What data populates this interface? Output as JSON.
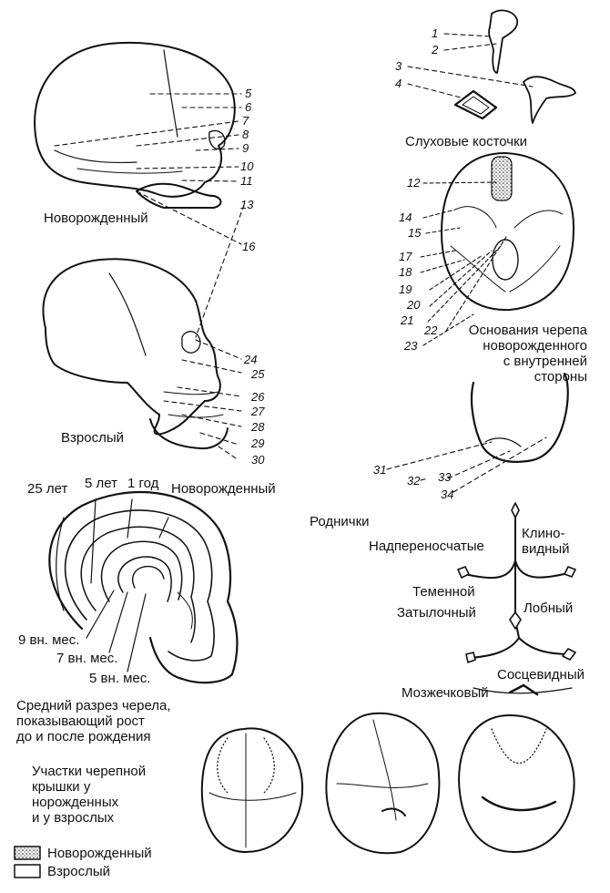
{
  "captions": {
    "newborn_skull": "Новорожденный",
    "adult_skull": "Взрослый",
    "ossicles": "Слуховые косточки",
    "skull_base": "Основания черепа\nноворожденного\nс внутренней\nстороны",
    "midsection": "Средний разрез черела,\nпоказывающий рост\nдо и после рождения",
    "calvaria": "Участки черепной\nкрышки у\nнорожденных\nи у взрослых"
  },
  "growth_labels": {
    "y25": "25 лет",
    "y5": "5 лет",
    "y1": "1 год",
    "newborn": "Новорожденный",
    "m9": "9 вн. мес.",
    "m7": "7 вн. мес.",
    "m5": "5 вн. мес."
  },
  "fontanelles": {
    "title": "Роднички",
    "supraorbital": "Надпереносчатые",
    "sphenoid": "Клино-\nвидный",
    "parietal": "Теменной",
    "occipital": "Затылочный",
    "frontal": "Лобный",
    "mastoid": "Сосцевидный",
    "cerebellar": "Мозжечковый"
  },
  "legend": {
    "newborn": "Новорожденный",
    "adult": "Взрослый"
  },
  "numbers": [
    "1",
    "2",
    "3",
    "4",
    "5",
    "6",
    "7",
    "8",
    "9",
    "10",
    "11",
    "12",
    "13",
    "14",
    "15",
    "16",
    "17",
    "18",
    "19",
    "20",
    "21",
    "22",
    "23",
    "24",
    "25",
    "26",
    "27",
    "28",
    "29",
    "30",
    "31",
    "32",
    "33",
    "34"
  ]
}
